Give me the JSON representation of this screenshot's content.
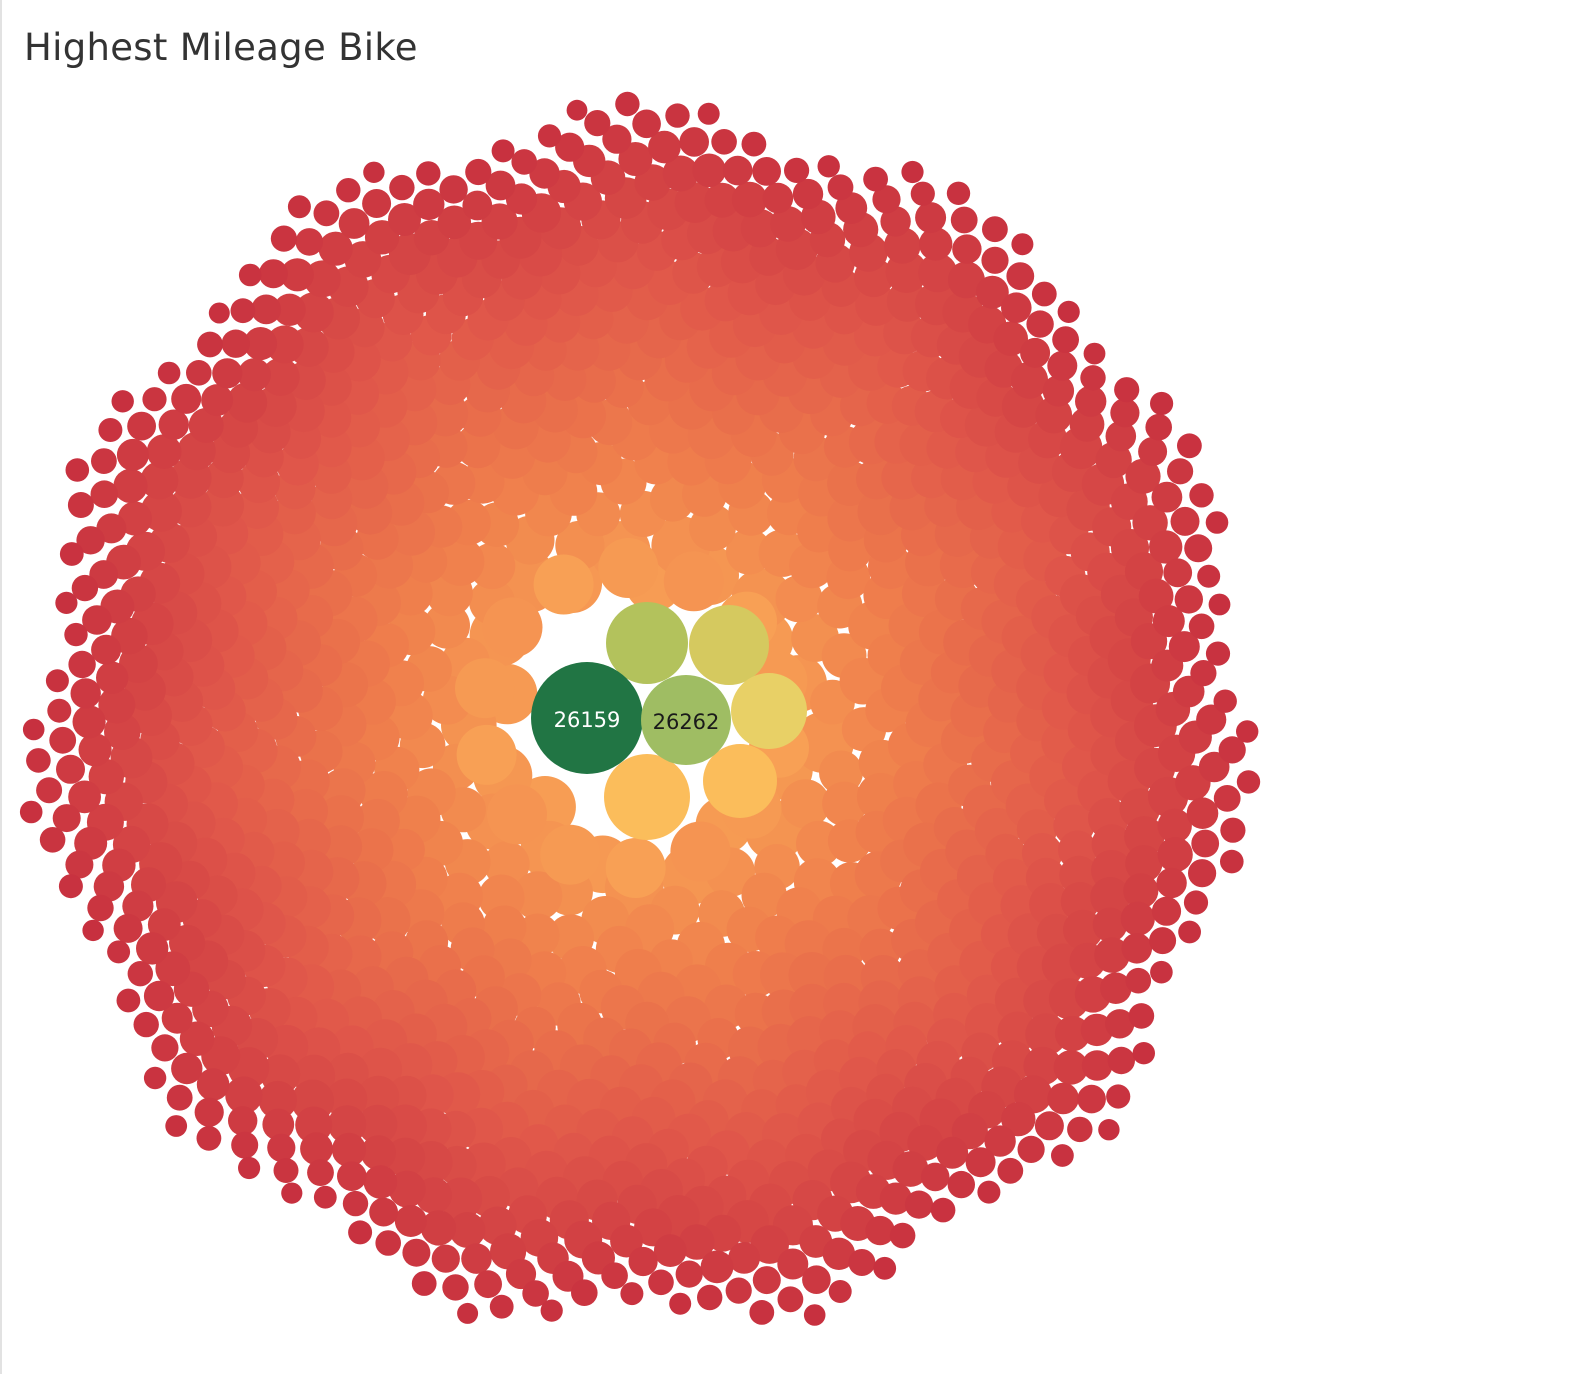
{
  "page": {
    "title": "Highest Mileage Bike"
  },
  "chart_data": {
    "type": "packed-bubble",
    "title": "Highest Mileage Bike",
    "color_scale": [
      "#c7303f",
      "#e0574a",
      "#ef7e4c",
      "#f9a656",
      "#fbbd5b",
      "#e8d066",
      "#b3c25c",
      "#9fbd63",
      "#217544"
    ],
    "labeled_bubbles": [
      {
        "label": "26159",
        "rank": 1,
        "color": "#217544",
        "text_color": "#ffffff"
      },
      {
        "label": "26262",
        "rank": 2,
        "color": "#9fbd63",
        "text_color": "#1a1a1a"
      }
    ],
    "ring_colors": [
      {
        "color": "#b3c25c"
      },
      {
        "color": "#d5c95f"
      },
      {
        "color": "#e8d066"
      },
      {
        "color": "#fbbd5b"
      },
      {
        "color": "#fbbd5b"
      }
    ],
    "total_bubbles_approx": 1100,
    "legend": "none"
  }
}
